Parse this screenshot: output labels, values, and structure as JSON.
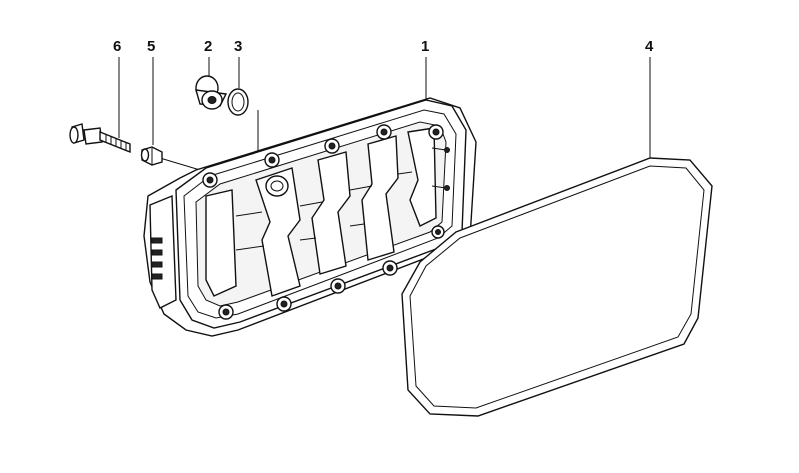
{
  "diagram": {
    "callouts": [
      {
        "id": "c6",
        "label": "6"
      },
      {
        "id": "c5",
        "label": "5"
      },
      {
        "id": "c2",
        "label": "2"
      },
      {
        "id": "c3",
        "label": "3"
      },
      {
        "id": "c1",
        "label": "1"
      },
      {
        "id": "c4",
        "label": "4"
      }
    ]
  }
}
